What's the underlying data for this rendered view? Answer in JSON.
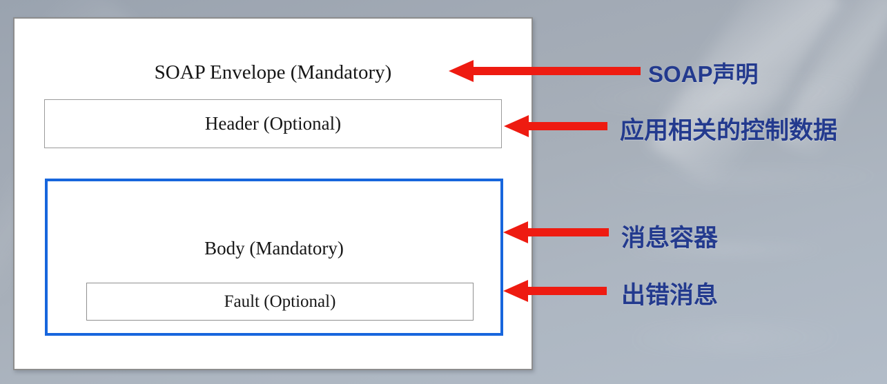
{
  "background": {
    "description": "blurred blue-gray photographic backdrop",
    "color_top": "#9aa3af",
    "color_bottom": "#b2bcc8"
  },
  "diagram": {
    "panel_name": "soap-message-structure",
    "border_color": "#8d8d8d",
    "fill_color": "#ffffff",
    "envelope": {
      "title": "SOAP Envelope (Mandatory)"
    },
    "header": {
      "label": "Header (Optional)",
      "border_color": "#9a9a9a"
    },
    "body": {
      "label": "Body (Mandatory)",
      "border_color": "#1766dd"
    },
    "fault": {
      "label": "Fault (Optional)",
      "border_color": "#8f8f8f"
    }
  },
  "callouts": {
    "arrow_color": "#ee1b11",
    "label_color": "#233a8e",
    "items": [
      {
        "target": "envelope",
        "label": "SOAP声明"
      },
      {
        "target": "header",
        "label": "应用相关的控制数据"
      },
      {
        "target": "body",
        "label": "消息容器"
      },
      {
        "target": "fault",
        "label": "出错消息"
      }
    ]
  }
}
